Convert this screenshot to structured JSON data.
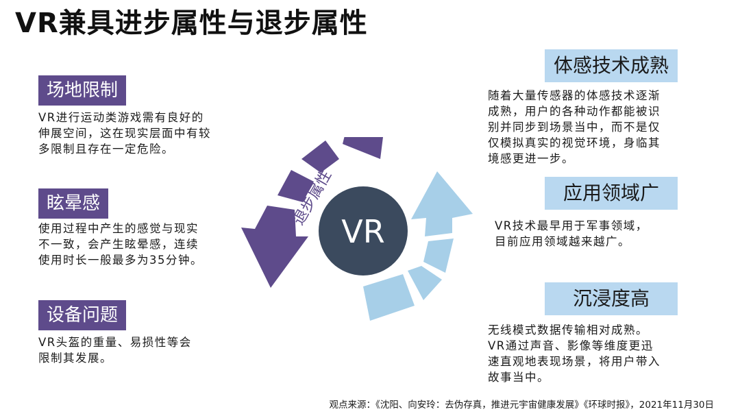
{
  "title": "VR兼具进步属性与退步属性",
  "left_items": [
    {
      "heading": "场地限制",
      "text": "VR进行运动类游戏需有良好的\n伸展空间，这在现实层面中有较\n多限制且存在一定危险。"
    },
    {
      "heading": "眩晕感",
      "text": "使用过程中产生的感觉与现实\n不一致，会产生眩晕感，连续\n使用时长一般最多为35分钟。"
    },
    {
      "heading": "设备问题",
      "text": "VR头盔的重量、易损性等会\n限制其发展。"
    }
  ],
  "right_items": [
    {
      "heading": "体感技术成熟",
      "text": "随着大量传感器的体感技术逐渐\n成熟，用户的各种动作都能被识\n别并同步到场景当中，而不是仅\n仅模拟真实的视觉环境，身临其\n境感更进一步。"
    },
    {
      "heading": "应用领域广",
      "text": "VR技术最早用于军事领域，\n目前应用领域越来越广。"
    },
    {
      "heading": "沉浸度高",
      "text": "无线模式数据传输相对成熟。\nVR通过声音、影像等维度更迅\n速直观地表现场景，将用户带入\n故事当中。"
    }
  ],
  "center": {
    "label": "VR",
    "regress_label": "退步属性"
  },
  "colors": {
    "purple": "#5e4b8b",
    "light_blue": "#b9d8f0",
    "arc_blue": "#a7cfe8",
    "circle": "#3b4a5e"
  },
  "source": "观点来源：《沈阳、向安玲：去伪存真，推进元宇宙健康发展》《环球时报》，2021年11月30日"
}
